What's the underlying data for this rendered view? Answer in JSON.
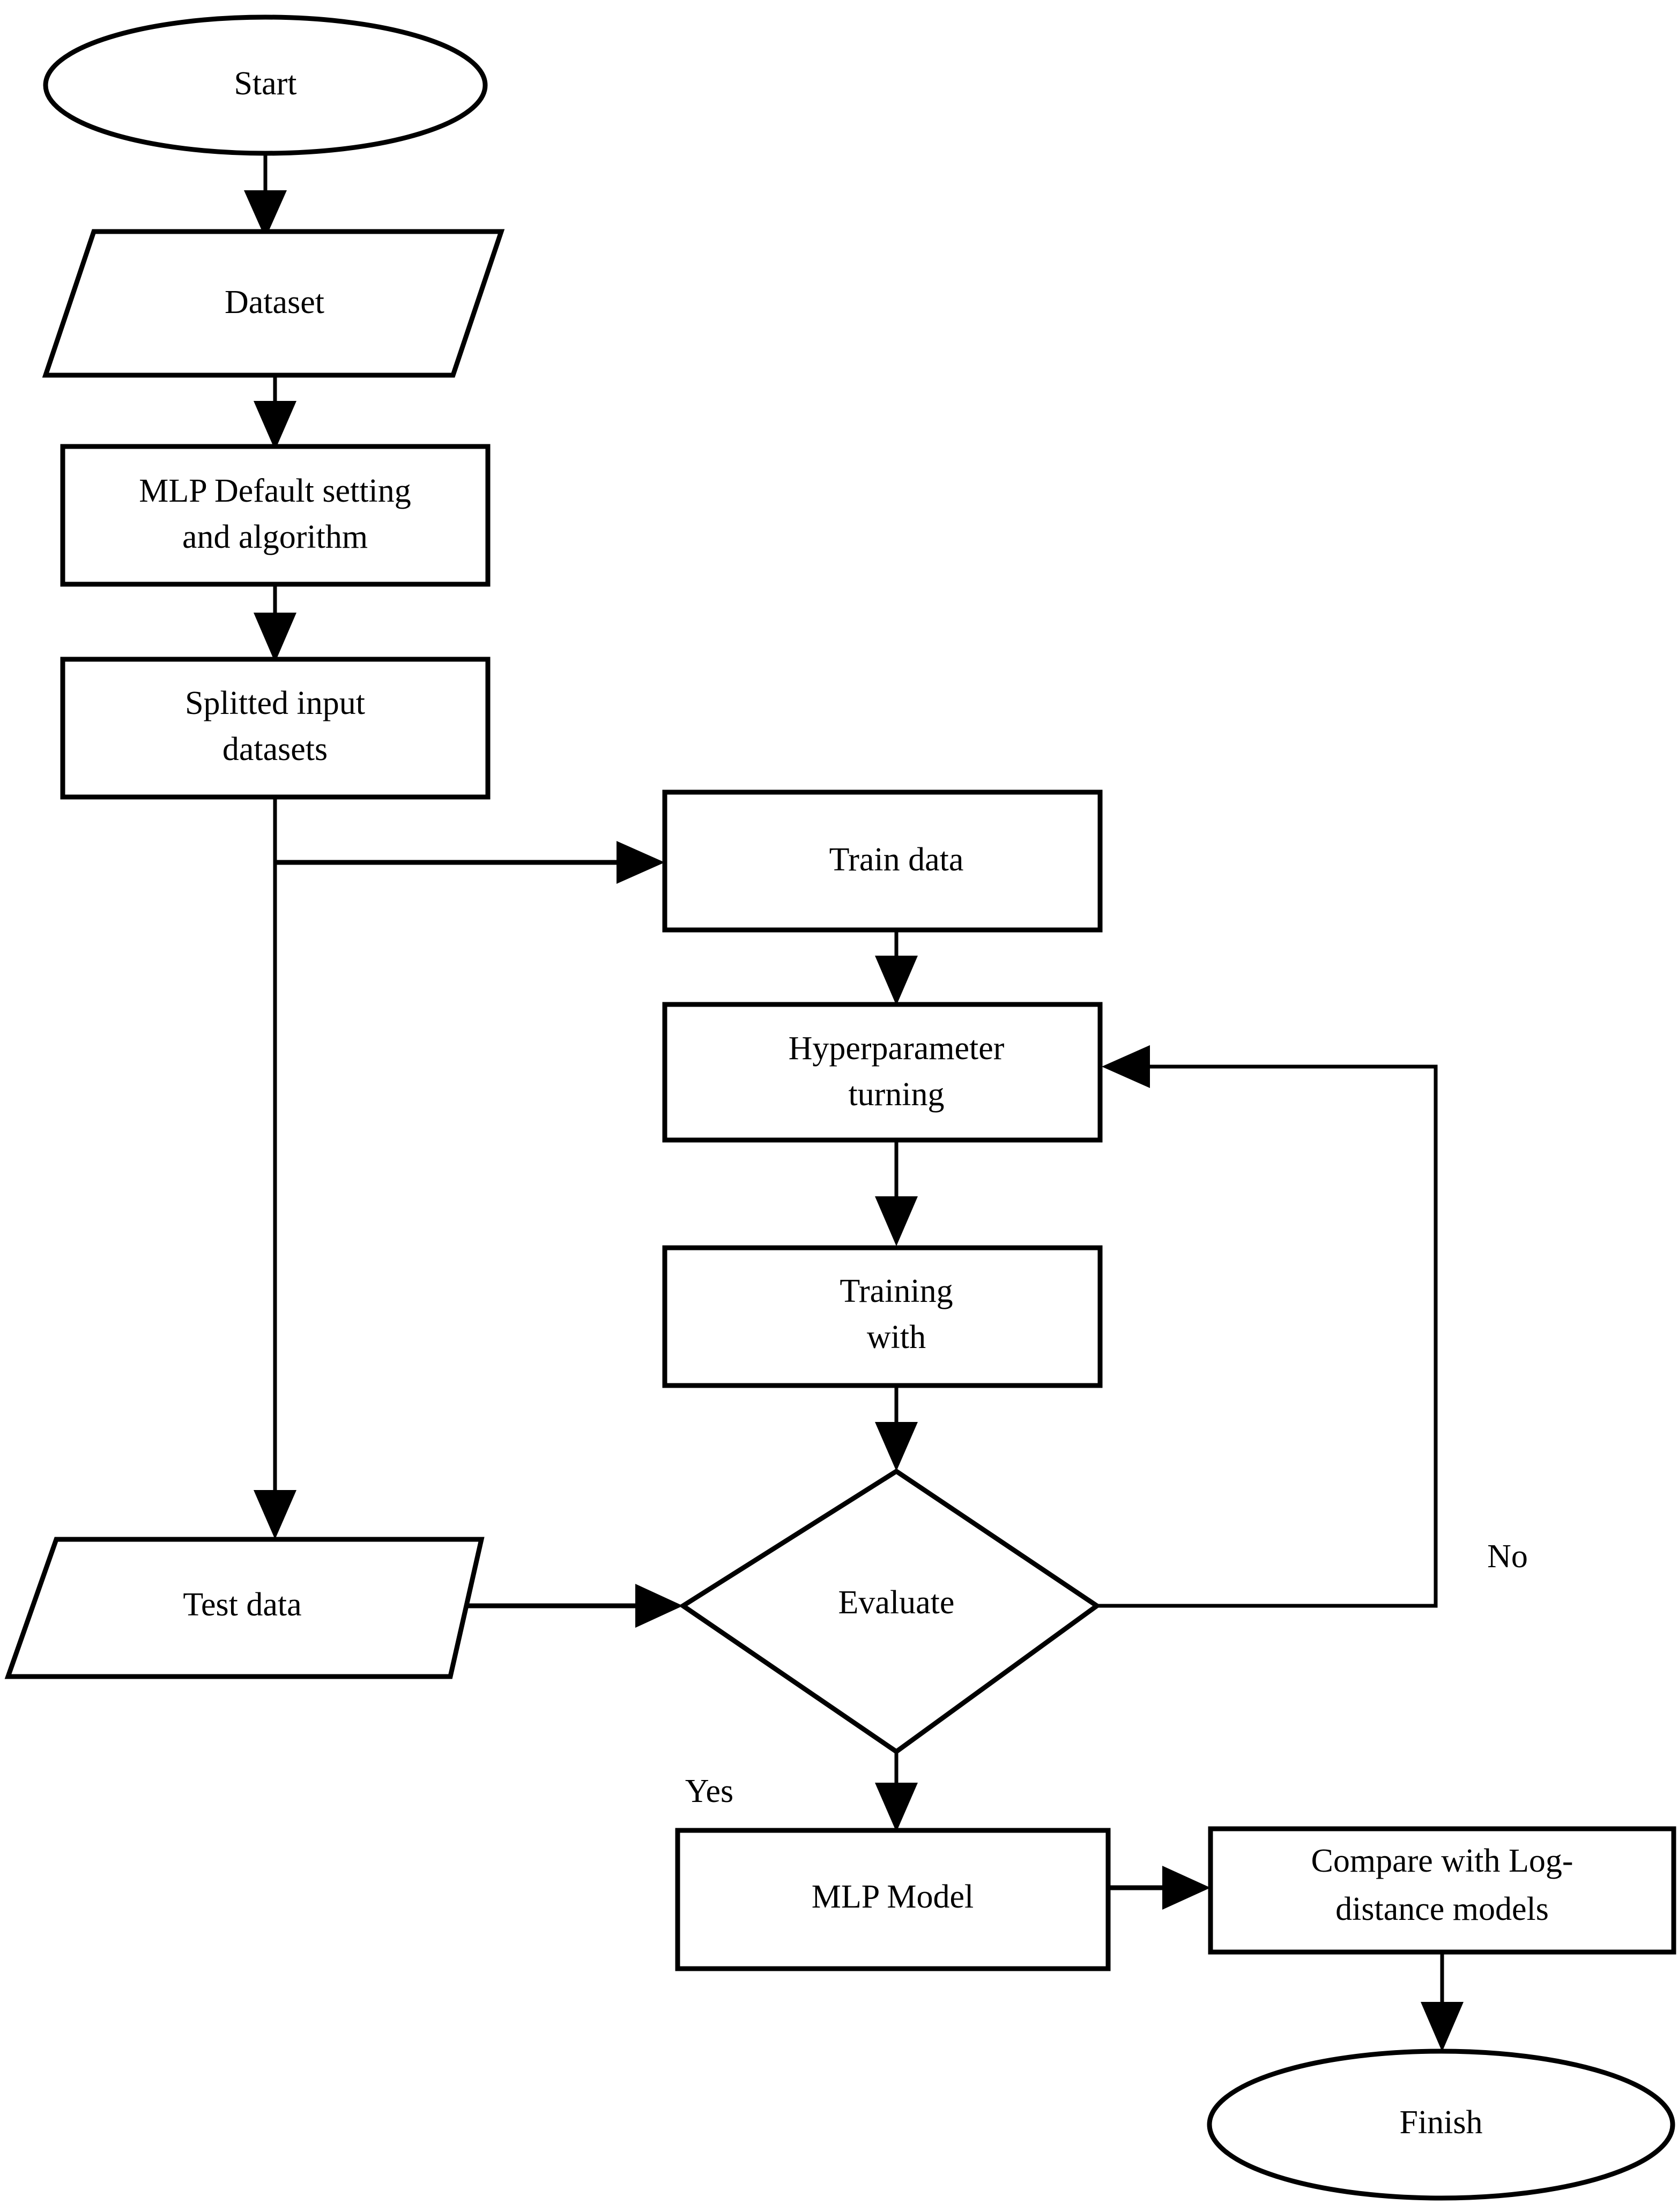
{
  "diagram": {
    "type": "flowchart",
    "title": "MLP model training and evaluation flowchart",
    "background_color": "#ffffff",
    "line_color": "#000000",
    "nodes": [
      {
        "id": "start",
        "label": "Start",
        "shape": "ellipse"
      },
      {
        "id": "dataset",
        "label": "Dataset",
        "shape": "parallelogram"
      },
      {
        "id": "mlp_default_line1",
        "label": "MLP Default setting",
        "shape": "rectangle"
      },
      {
        "id": "mlp_default_line2",
        "label": "and algorithm",
        "shape": "rectangle"
      },
      {
        "id": "splitted_line1",
        "label": "Splitted input",
        "shape": "rectangle"
      },
      {
        "id": "splitted_line2",
        "label": "datasets",
        "shape": "rectangle"
      },
      {
        "id": "train_data",
        "label": "Train data",
        "shape": "rectangle"
      },
      {
        "id": "hyper_line1",
        "label": "Hyperparameter",
        "shape": "rectangle"
      },
      {
        "id": "hyper_line2",
        "label": "turning",
        "shape": "rectangle"
      },
      {
        "id": "training_line1",
        "label": "Training",
        "shape": "rectangle"
      },
      {
        "id": "training_line2",
        "label": "with",
        "shape": "rectangle"
      },
      {
        "id": "test_data",
        "label": "Test data",
        "shape": "parallelogram"
      },
      {
        "id": "evaluate",
        "label": "Evaluate",
        "shape": "diamond"
      },
      {
        "id": "mlp_model",
        "label": "MLP Model",
        "shape": "rectangle"
      },
      {
        "id": "compare_line1",
        "label": "Compare with Log-",
        "shape": "rectangle"
      },
      {
        "id": "compare_line2",
        "label": "distance models",
        "shape": "rectangle"
      },
      {
        "id": "finish",
        "label": "Finish",
        "shape": "ellipse"
      }
    ],
    "edge_labels": {
      "no": "No",
      "yes": "Yes"
    },
    "edges": [
      {
        "from": "start",
        "to": "dataset",
        "label": ""
      },
      {
        "from": "dataset",
        "to": "mlp_default",
        "label": ""
      },
      {
        "from": "mlp_default",
        "to": "splitted",
        "label": ""
      },
      {
        "from": "splitted",
        "to": "train_data",
        "label": ""
      },
      {
        "from": "splitted",
        "to": "test_data",
        "label": ""
      },
      {
        "from": "train_data",
        "to": "hyper",
        "label": ""
      },
      {
        "from": "hyper",
        "to": "training",
        "label": ""
      },
      {
        "from": "training",
        "to": "evaluate",
        "label": ""
      },
      {
        "from": "test_data",
        "to": "evaluate",
        "label": ""
      },
      {
        "from": "evaluate",
        "to": "hyper",
        "label": "No"
      },
      {
        "from": "evaluate",
        "to": "mlp_model",
        "label": "Yes"
      },
      {
        "from": "mlp_model",
        "to": "compare",
        "label": ""
      },
      {
        "from": "compare",
        "to": "finish",
        "label": ""
      }
    ]
  }
}
